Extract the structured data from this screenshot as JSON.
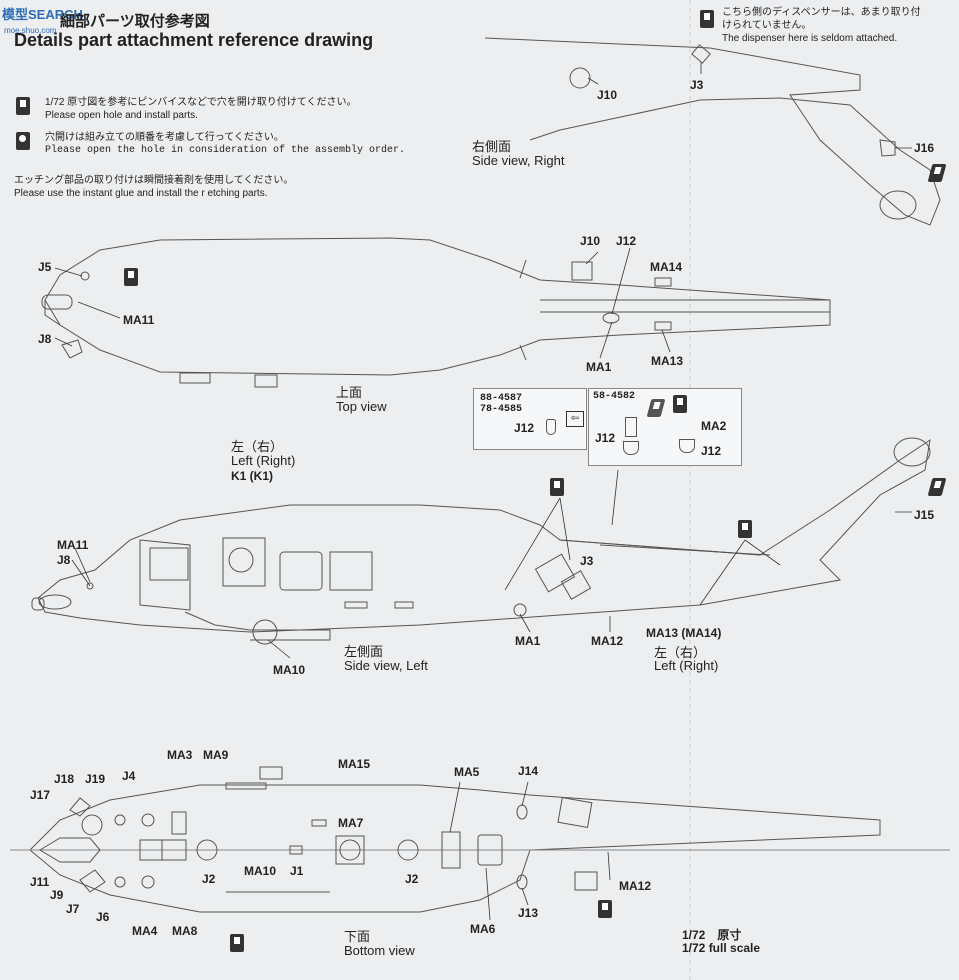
{
  "header": {
    "title_jp": "細部パーツ取付参考図",
    "title_en": "Details part attachment reference drawing",
    "watermark": "模型SEARCH",
    "watermark_url": "moe.shuo.com"
  },
  "notes": [
    {
      "icon": "drill-icon",
      "jp": "1/72 原寸図を参考にピンバイスなどで穴を開け取り付けてください。",
      "en": "Please open hole and install parts."
    },
    {
      "icon": "pin-vise-icon",
      "jp": "穴開けは組み立ての順番を考慮して行ってください。",
      "en": "Please open the hole in consideration of the assembly order."
    },
    {
      "icon": "",
      "jp": "エッチング部品の取り付けは瞬間接着剤を使用してください。",
      "en": "Please use the instant glue and install the r etching parts."
    }
  ],
  "dispenser_note": {
    "jp1": "こちら側のディスペンサーは、あまり取り付",
    "jp2": "けられていません。",
    "en": "The dispenser here is seldom attached."
  },
  "views": {
    "side_right": {
      "jp": "右側面",
      "en": "Side view, Right"
    },
    "top": {
      "jp": "上面",
      "en": "Top view"
    },
    "side_left": {
      "jp": "左側面",
      "en": "Side view, Left"
    },
    "left_right_top": {
      "jp": "左（右）",
      "en": "Left (Right)",
      "part": "K1 (K1)"
    },
    "left_right_bottom": {
      "jp": "左（右）",
      "en": "Left (Right)"
    },
    "bottom": {
      "jp": "下面",
      "en": "Bottom view"
    }
  },
  "inset_boxes": [
    {
      "codes": [
        "88-4587",
        "78-4585"
      ],
      "part": "J12"
    },
    {
      "codes": [
        "58-4582"
      ],
      "parts": [
        "J12",
        "MA2",
        "J12"
      ]
    }
  ],
  "labels": {
    "j10_r": "J10",
    "j3_r": "J3",
    "j16": "J16",
    "j5": "J5",
    "j8_t": "J8",
    "ma11_t": "MA11",
    "j10_t": "J10",
    "j12_t": "J12",
    "ma14": "MA14",
    "ma1_t": "MA1",
    "ma13_t": "MA13",
    "ma11_s": "MA11",
    "j8_s": "J8",
    "j3_s": "J3",
    "j15": "J15",
    "ma1_s": "MA1",
    "ma12_s": "MA12",
    "ma13_ma14": "MA13 (MA14)",
    "ma10_s": "MA10",
    "j18": "J18",
    "j19": "J19",
    "j4": "J4",
    "j17": "J17",
    "ma3": "MA3",
    "ma9": "MA9",
    "ma15": "MA15",
    "ma5": "MA5",
    "j14": "J14",
    "ma7": "MA7",
    "j11": "J11",
    "j9": "J9",
    "j7": "J7",
    "j6": "J6",
    "ma4": "MA4",
    "ma8": "MA8",
    "j2a": "J2",
    "ma10_b": "MA10",
    "j1": "J1",
    "j2b": "J2",
    "ma6": "MA6",
    "j13": "J13",
    "ma12_b": "MA12"
  },
  "scale": {
    "jp": "1/72　原寸",
    "en": "1/72 full scale"
  }
}
